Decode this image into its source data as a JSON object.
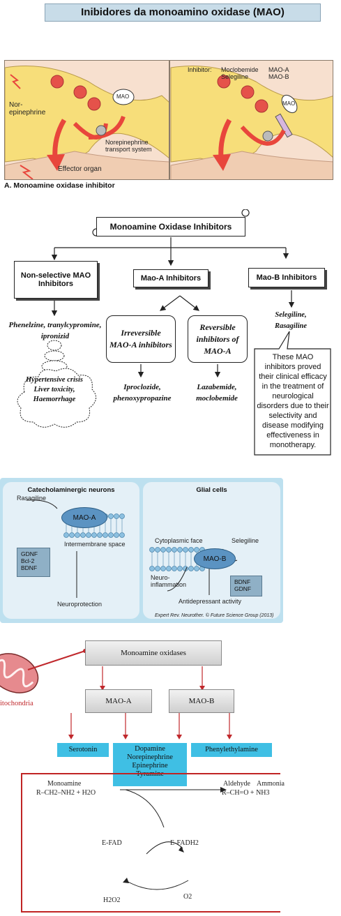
{
  "page_title": "Inibidores da monoamino oxidase (MAO)",
  "figure1": {
    "left": {
      "label_norepinephrine": "Nor-\nepinephrine",
      "label_mao": "MAO",
      "label_transport": "Norepinephrine\ntransport system",
      "label_effector": "Effector organ"
    },
    "right": {
      "label_inhibitor": "Inhibitor:",
      "label_moclobemide": "Moclobemide",
      "label_mao_a": "MAO-A",
      "label_selegiline": "Selegiline",
      "label_mao_b": "MAO-B",
      "label_mao": "MAO"
    },
    "caption": "A. Monoamine oxidase inhibitor",
    "colors": {
      "neuron": "#f7de7a",
      "background": "#f7e0cf",
      "arrow": "#e8463c",
      "vesicle": "#e5524a"
    }
  },
  "flowchart": {
    "title": "Monoamine Oxidase Inhibitors",
    "non_selective": {
      "box": "Non-selective MAO Inhibitors",
      "drugs": "Phenelzine, tranylcypromine, ipronizid",
      "effects": "Hypertensive crisis Liver toxicity, Haemorrhage"
    },
    "mao_a": {
      "box": "Mao-A Inhibitors",
      "irreversible": "Irreversible MAO-A inhibitors",
      "irreversible_drugs": "Iproclozide, phenoxypropazine",
      "reversible": "Reversible inhibitors of MAO-A",
      "reversible_drugs": "Lazabemide, moclobemide"
    },
    "mao_b": {
      "box": "Mao-B Inhibitors",
      "drugs": "Selegiline, Rasagiline",
      "note": "These MAO inhibitors proved their clinical efficacy in the treatment of neurological disorders due to their selectivity and disease modifying effectiveness in monotherapy."
    }
  },
  "panel3": {
    "left": {
      "title": "Catecholaminergic neurons",
      "drug": "Rasagiline",
      "enzyme": "MAO-A",
      "space": "Intermembrane space",
      "factors": [
        "GDNF",
        "Bcl-2",
        "BDNF"
      ],
      "outcome": "Neuroprotection"
    },
    "right": {
      "title": "Glial cells",
      "face": "Cytoplasmic face",
      "drug": "Selegiline",
      "enzyme": "MAO-B",
      "inflammation": "Neuro-\ninflammation",
      "factors": [
        "BDNF",
        "GDNF"
      ],
      "outcome": "Antidepressant activity"
    },
    "credit": "Expert Rev. Neurother. © Future Science Group (2013)",
    "colors": {
      "panel": "#bde0ef",
      "enzyme": "#5b93c2",
      "factor_box": "#8fb0c6"
    }
  },
  "panel4": {
    "top": "Monoamine oxidases",
    "organelle": "Mitochondria",
    "organelle_visible": "itochondria",
    "mao_a": "MAO-A",
    "mao_b": "MAO-B",
    "products": {
      "serotonin": "Serotonin",
      "catechol": [
        "Dopamine",
        "Norepinephrine",
        "Epinephrine",
        "Tyramine"
      ],
      "phenylethylamine": "Phenylethylamine"
    },
    "reaction": {
      "monoamine_label": "Monoamine",
      "reactants": "R–CH2–NH2 + H2O",
      "aldehyde_label": "Aldehyde",
      "ammonia_label": "Ammonia",
      "products": "R–CH=O + NH3",
      "e_fad": "E-FAD",
      "e_fadh2": "E-FADH2",
      "h2o2": "H2O2",
      "o2": "O2"
    },
    "colors": {
      "cyan": "#3fbfe4",
      "red": "#c02424"
    }
  }
}
